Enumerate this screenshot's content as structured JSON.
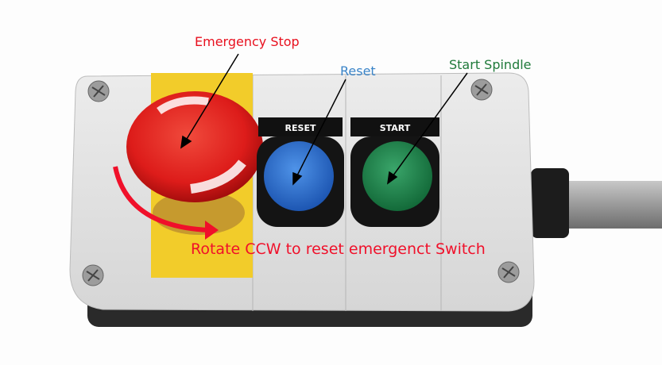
{
  "annotations": {
    "emergency_stop": "Emergency Stop",
    "reset": "Reset",
    "start_spindle": "Start Spindle",
    "rotate_hint": "Rotate CCW to reset emergenct Switch"
  },
  "plates": {
    "reset": "RESET",
    "start": "START"
  },
  "colors": {
    "emergency_label": "#e8101e",
    "reset_label": "#3a84c8",
    "start_label": "#1f7a3a",
    "mushroom_red": "#e3221f",
    "panel_yellow": "#f2cc2a",
    "reset_button": "#2b6fd0",
    "start_button": "#1e8a4c"
  }
}
